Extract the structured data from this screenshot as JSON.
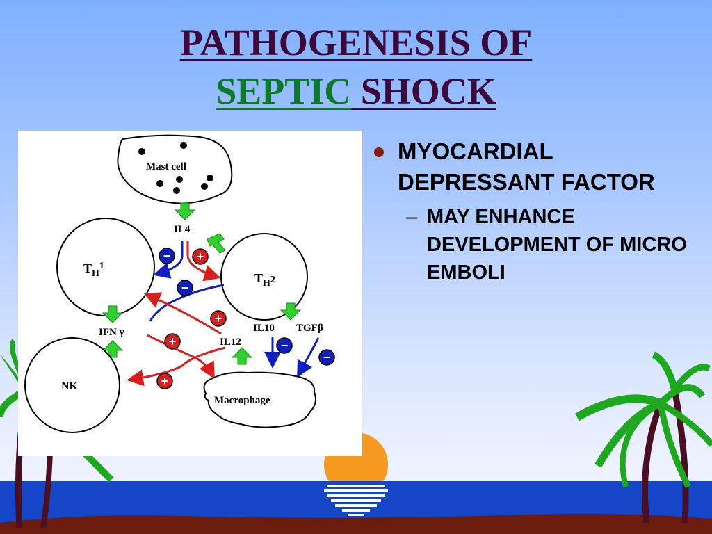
{
  "slide": {
    "title_line1": "PATHOGENESIS OF",
    "title_line2_word1": "SEPTIC",
    "title_line2_word2": " SHOCK",
    "colors": {
      "title": "#3b0a3b",
      "title_accent": "#0a7a26",
      "bullet_dot": "#8b1a10"
    }
  },
  "diagram": {
    "mast_cell": "Mast cell",
    "il4": "IL4",
    "th1_main": "T",
    "th1_sub": "H",
    "th1_sup": "1",
    "th2_main": "T",
    "th2_sub": "H",
    "th2_sup": "2",
    "ifn": "IFN γ",
    "il12": "IL12",
    "il10": "IL10",
    "tgf": "TGFβ",
    "nk": "NK",
    "macrophage": "Macrophage",
    "plus": "+",
    "minus": "−",
    "colors": {
      "activate": "#d81e1e",
      "inhibit": "#1020c0",
      "stimulate": "#2fd12f"
    }
  },
  "bullets": {
    "main": "MYOCARDIAL DEPRESSANT FACTOR",
    "dash": "–",
    "sub": "MAY ENHANCE DEVELOPMENT OF MICRO EMBOLI"
  }
}
